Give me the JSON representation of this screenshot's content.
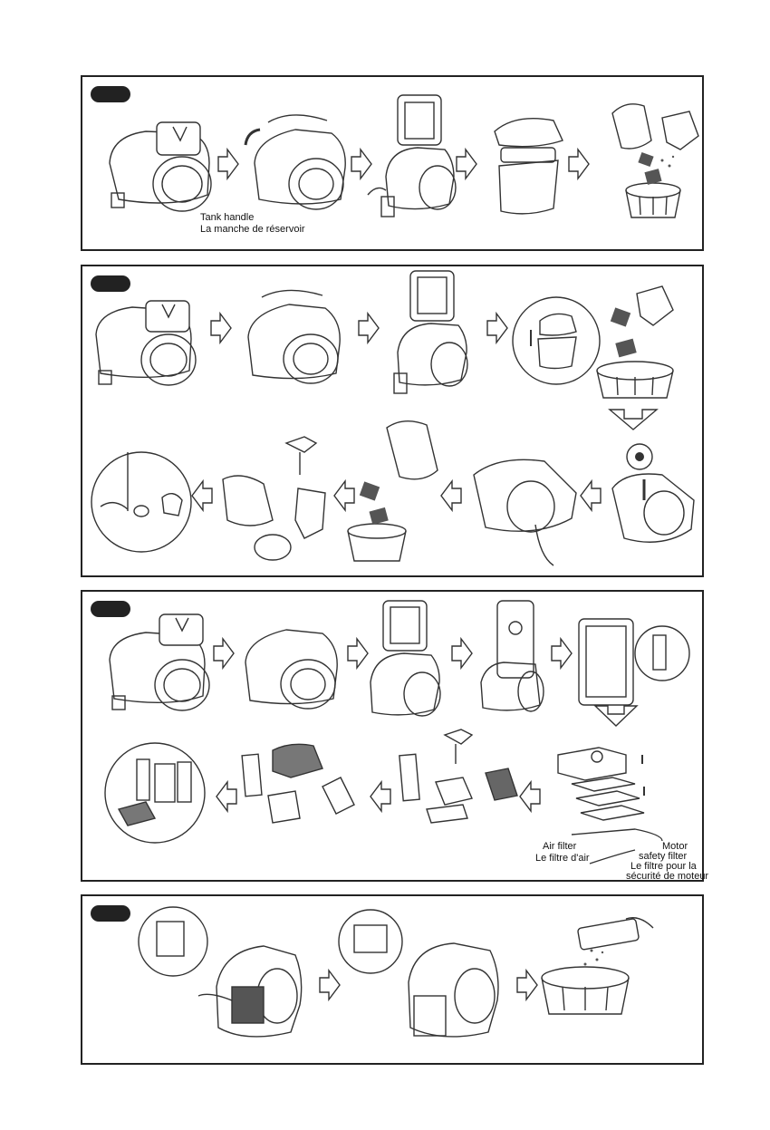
{
  "panel1": {
    "labels": {
      "tank_handle_en": "Tank handle",
      "tank_handle_fr": "La manche de réservoir"
    }
  },
  "panel3": {
    "labels": {
      "air_filter_en": "Air filter",
      "air_filter_fr": "Le filtre d'air",
      "motor_filter_en_1": "Motor",
      "motor_filter_en_2": "safety filter",
      "motor_filter_fr_1": "Le filtre pour la",
      "motor_filter_fr_2": "sécurité de moteur"
    }
  },
  "icons": {
    "step_arrow": "hollow-arrow",
    "vacuum": "vacuum-cleaner-illustration",
    "trash_bin": "trash-bin-illustration",
    "faucet": "faucet-illustration"
  },
  "colors": {
    "line": "#333333",
    "badge": "#222222",
    "dust": "#555555"
  }
}
